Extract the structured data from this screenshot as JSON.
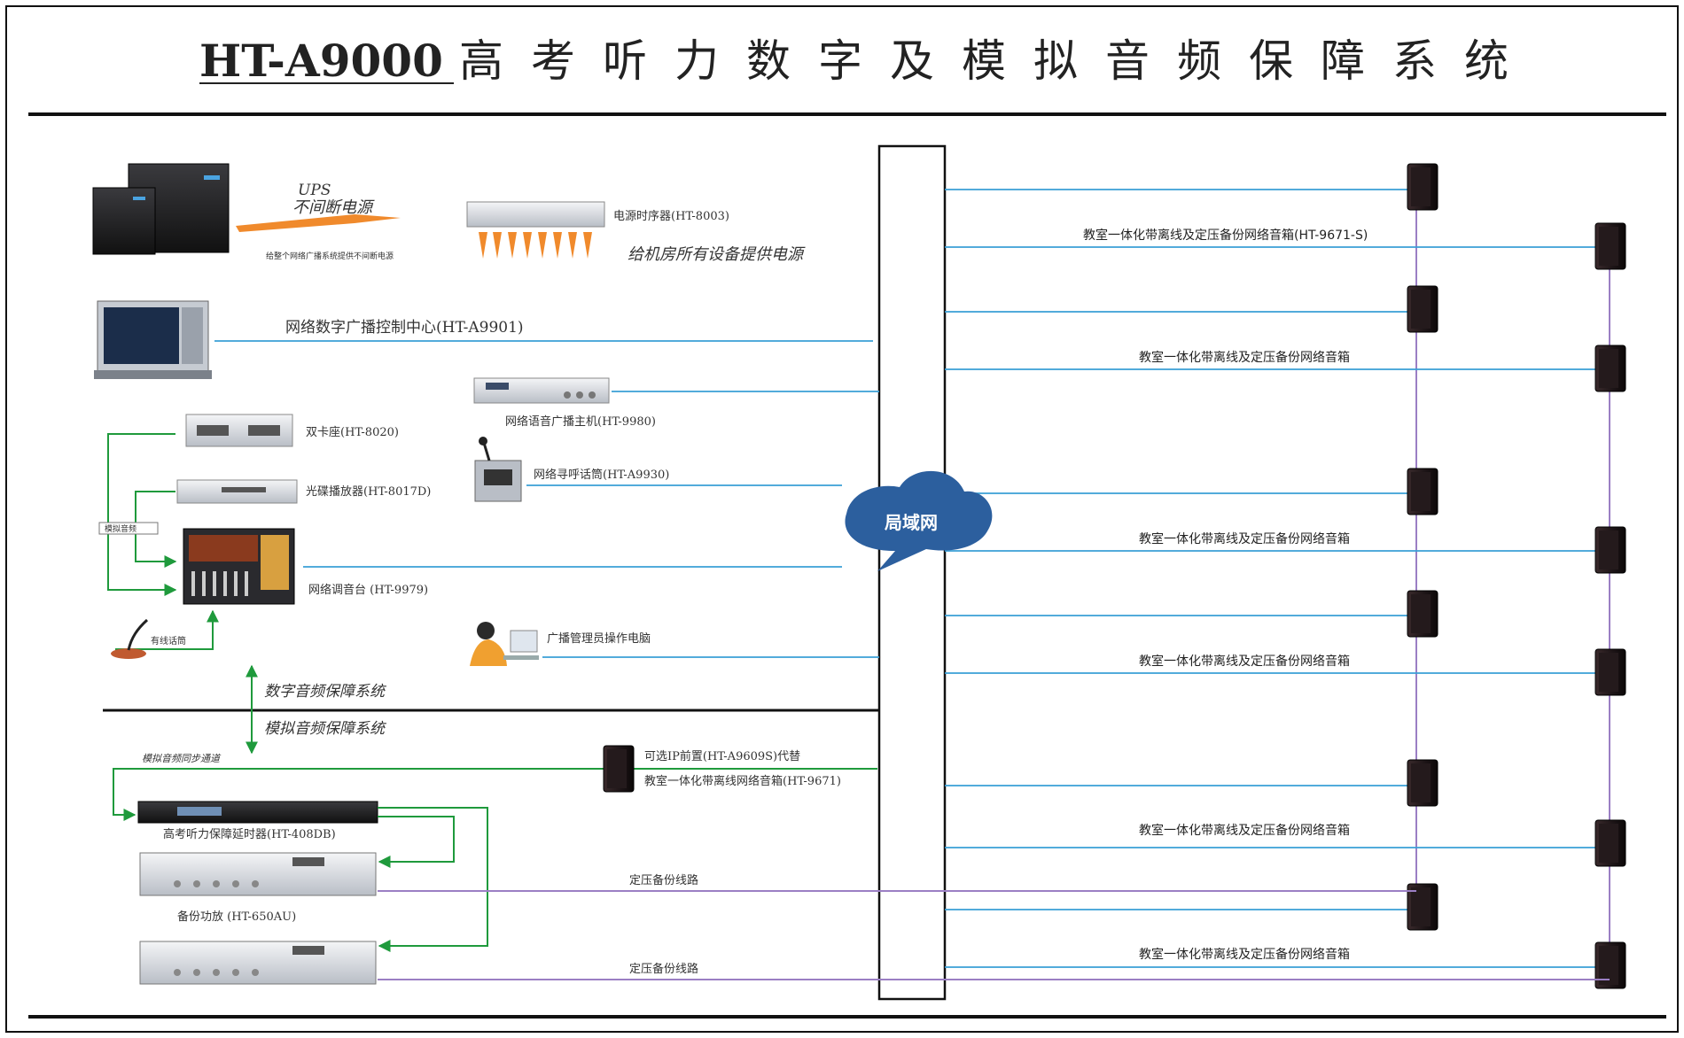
{
  "title": {
    "model": "HT-A9000",
    "name": "高考听力数字及模拟音频保障系统"
  },
  "labels": {
    "ups": "UPS",
    "ups_full": "不间断电源",
    "ups_note": "给整个网络广播系统提供不间断电源",
    "sequencer": "电源时序器(HT-8003)",
    "power_note": "给机房所有设备提供电源",
    "control_center": "网络数字广播控制中心(HT-A9901)",
    "host": "网络语音广播主机(HT-9980)",
    "dual_deck": "双卡座(HT-8020)",
    "paging": "网络寻呼话筒(HT-A9930)",
    "cd_player": "光碟播放器(HT-8017D)",
    "analog_audio": "模拟音频",
    "mixer": "网络调音台 (HT-9979)",
    "wired_mic": "有线话筒",
    "admin_pc": "广播管理员操作电脑",
    "digital_system": "数字音频保障系统",
    "analog_system": "模拟音频保障系统",
    "sync_channel": "模拟音频同步通道",
    "ip_front": "可选IP前置(HT-A9609S)代替",
    "offline_box": "教室一体化带离线网络音箱(HT-9671)",
    "delay_unit": "高考听力保障延时器(HT-408DB)",
    "backup_line_1": "定压备份线路",
    "backup_amp": "备份功放 (HT-650AU)",
    "backup_line_2": "定压备份线路",
    "lan": "局域网"
  },
  "speaker_labels": [
    "教室一体化带离线及定压备份网络音箱(HT-9671-S)",
    "教室一体化带离线及定压备份网络音箱",
    "教室一体化带离线及定压备份网络音箱",
    "教室一体化带离线及定压备份网络音箱",
    "教室一体化带离线及定压备份网络音箱",
    "教室一体化带离线及定压备份网络音箱"
  ],
  "colors": {
    "network_line": "#3a9fd6",
    "analog_line": "#1f9a3c",
    "backup_line": "#9b7fc4",
    "ups_arrow": "#f08a2c",
    "lan_cloud": "#2c5f9e",
    "frame": "#111111"
  },
  "icons": [
    "ups-icon",
    "power-sequencer-icon",
    "rack-pc-icon",
    "broadcast-host-icon",
    "dual-deck-icon",
    "paging-mic-icon",
    "cd-player-icon",
    "mixer-icon",
    "gooseneck-mic-icon",
    "operator-pc-icon",
    "speaker-icon",
    "delay-unit-icon",
    "amplifier-icon",
    "cloud-icon"
  ]
}
